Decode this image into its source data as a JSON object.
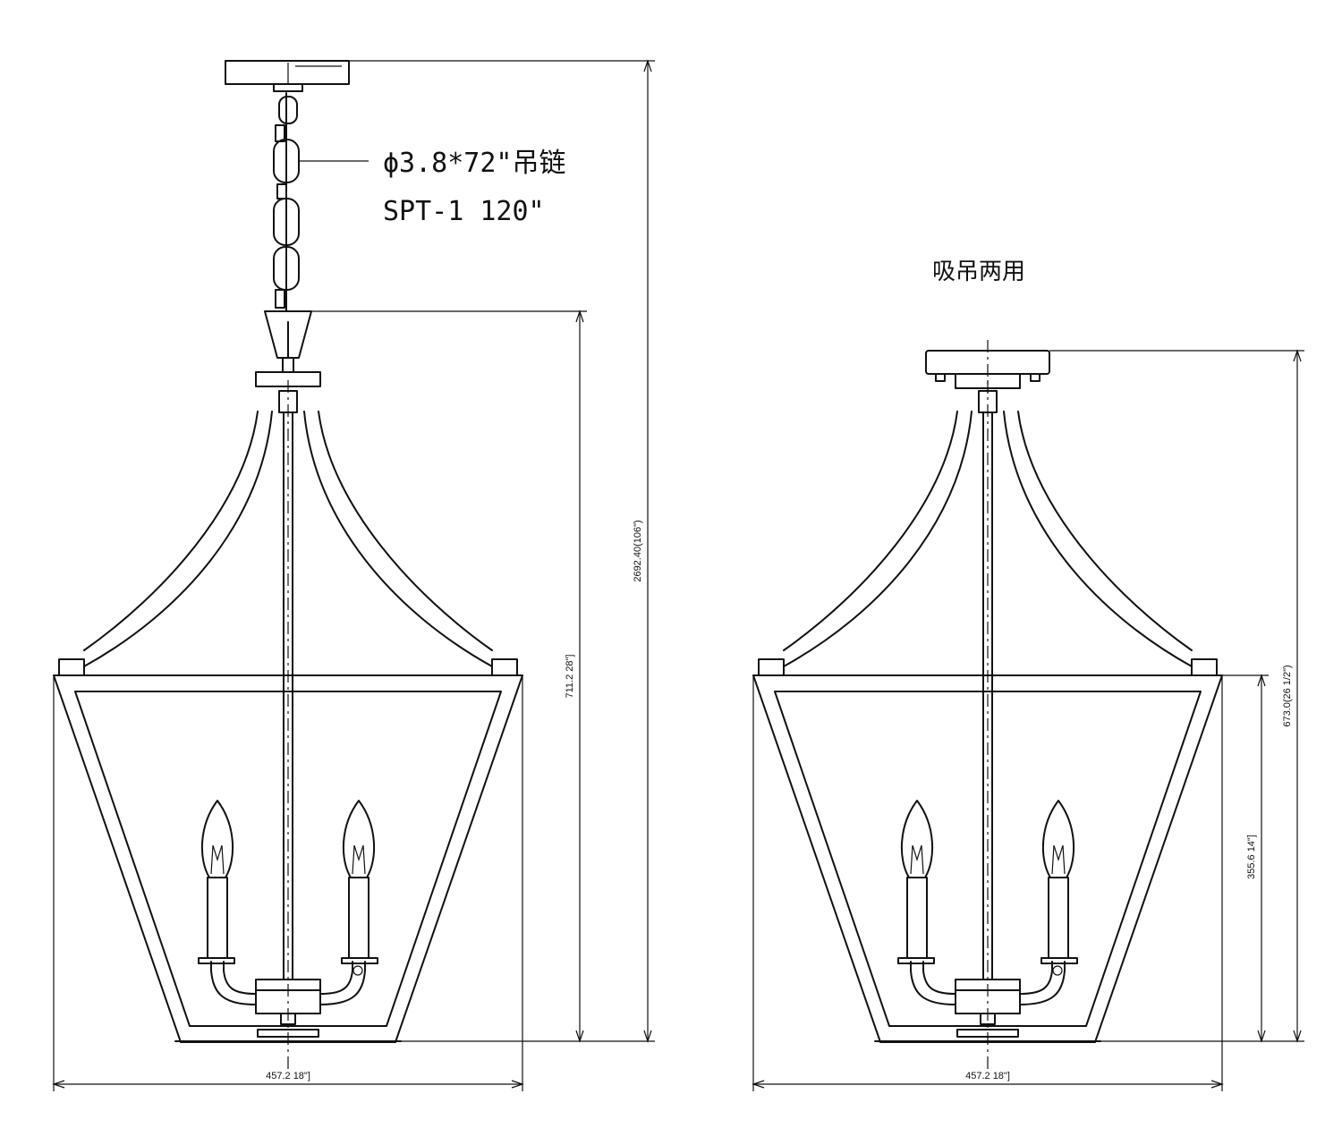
{
  "labels": {
    "chain_spec": "ϕ3.8*72\"吊链",
    "wire_spec": "SPT-1  120\"",
    "dual_use": "吸吊两用"
  },
  "dimensions": {
    "pendant_overall_height": "2692.40(106\")",
    "pendant_fixture_height": "711.2  28\"]",
    "pendant_width": "457.2  18\"]",
    "flush_overall_height": "673.0(26 1/2\")",
    "flush_lower_height": "355.6  14\"]",
    "flush_width": "457.2  18\"]"
  }
}
